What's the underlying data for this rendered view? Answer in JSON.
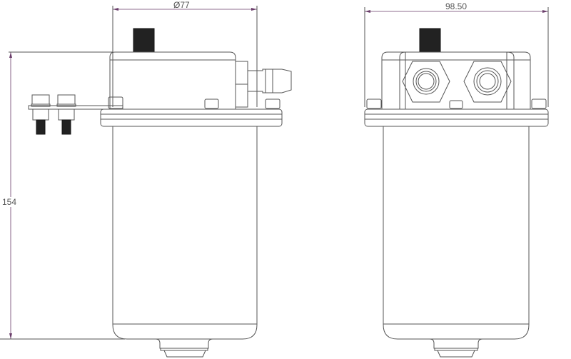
{
  "dimensions": {
    "diameter": "Ø77",
    "width": "98.50",
    "height": "154"
  },
  "colors": {
    "line": "#555555",
    "dimension": "#6a3d6a"
  }
}
